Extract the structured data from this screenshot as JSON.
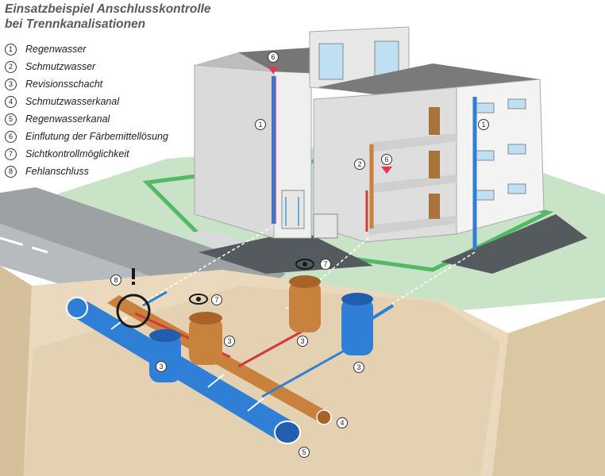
{
  "title": {
    "line1": "Einsatzbeispiel Anschlusskontrolle",
    "line2": "bei Trennkanalisationen"
  },
  "legend": [
    {
      "num": "1",
      "text": "Regenwasser"
    },
    {
      "num": "2",
      "text": "Schmutzwasser"
    },
    {
      "num": "3",
      "text": "Revisionsschacht"
    },
    {
      "num": "4",
      "text": "Schmutzwasserkanal"
    },
    {
      "num": "5",
      "text": "Regenwasserkanal"
    },
    {
      "num": "6",
      "text": "Einflutung der Färbemittellösung"
    },
    {
      "num": "7",
      "text": "Sichtkontrollmöglichkeit"
    },
    {
      "num": "8",
      "text": "Fehlanschluss"
    }
  ],
  "markers": {
    "one": "1",
    "two": "2",
    "three": "3",
    "four": "4",
    "five": "5",
    "six": "6",
    "seven": "7",
    "eight": "8",
    "warning": "!"
  },
  "icons": [
    "warning-icon",
    "eye-icon",
    "dye-funnel-icon"
  ],
  "colors": {
    "rainwater": "#2f7fd6",
    "wastewater": "#c9823e",
    "faulty": "#d43a3a",
    "grass": "#c9e3c6",
    "soil": "#ead9bd",
    "building": "#e2e2e2"
  }
}
